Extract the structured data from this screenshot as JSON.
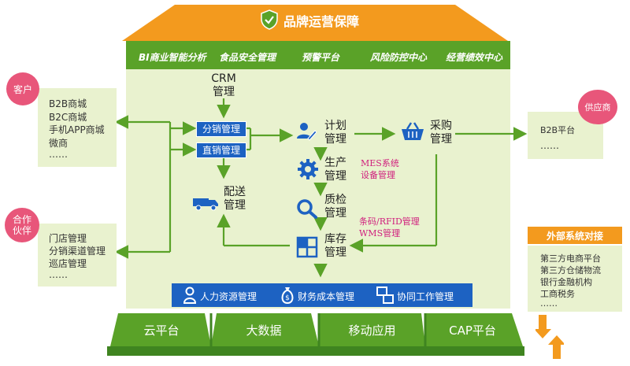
{
  "roof": {
    "title": "品牌运营保障"
  },
  "nav": {
    "items": [
      "BI商业智能分析",
      "食品安全管理",
      "预警平台",
      "风险防控中心",
      "经营绩效中心"
    ]
  },
  "left": {
    "customer": {
      "label": "客户",
      "items": [
        "B2B商城",
        "B2C商城",
        "手机APP商城",
        "微商",
        "……"
      ]
    },
    "partner": {
      "label_line1": "合作",
      "label_line2": "伙伴",
      "items": [
        "门店管理",
        "分销渠道管理",
        "巡店管理",
        "……"
      ]
    }
  },
  "right": {
    "supplier": {
      "label": "供应商",
      "items": [
        "B2B平台",
        "……"
      ]
    },
    "external": {
      "title": "外部系统对接",
      "items": [
        "第三方电商平台",
        "第三方仓储物流",
        "银行金融机构",
        "工商税务",
        "……"
      ]
    }
  },
  "center": {
    "crm": {
      "line1": "CRM",
      "line2": "管理"
    },
    "fenxiao": "分销管理",
    "zhixiao": "直销管理",
    "peisong": {
      "line1": "配送",
      "line2": "管理"
    },
    "jihua": {
      "line1": "计划",
      "line2": "管理"
    },
    "shengchan": {
      "line1": "生产",
      "line2": "管理"
    },
    "zhijian": {
      "line1": "质检",
      "line2": "管理"
    },
    "kucun": {
      "line1": "库存",
      "line2": "管理"
    },
    "caigou": {
      "line1": "采购",
      "line2": "管理"
    },
    "mes_line1": "MES系统",
    "mes_line2": "设备管理",
    "rfid_line1": "条码/RFID管理",
    "rfid_line2": "WMS管理"
  },
  "bottom_bar": {
    "items": [
      "人力资源管理",
      "财务成本管理",
      "协同工作管理"
    ]
  },
  "foundation": {
    "items": [
      "云平台",
      "大数据",
      "移动应用",
      "CAP平台"
    ]
  },
  "colors": {
    "orange": "#f39a1e",
    "green": "#5aa228",
    "blue": "#1d62c2",
    "pink": "#e8567a",
    "light_green": "#e9f2cf"
  }
}
